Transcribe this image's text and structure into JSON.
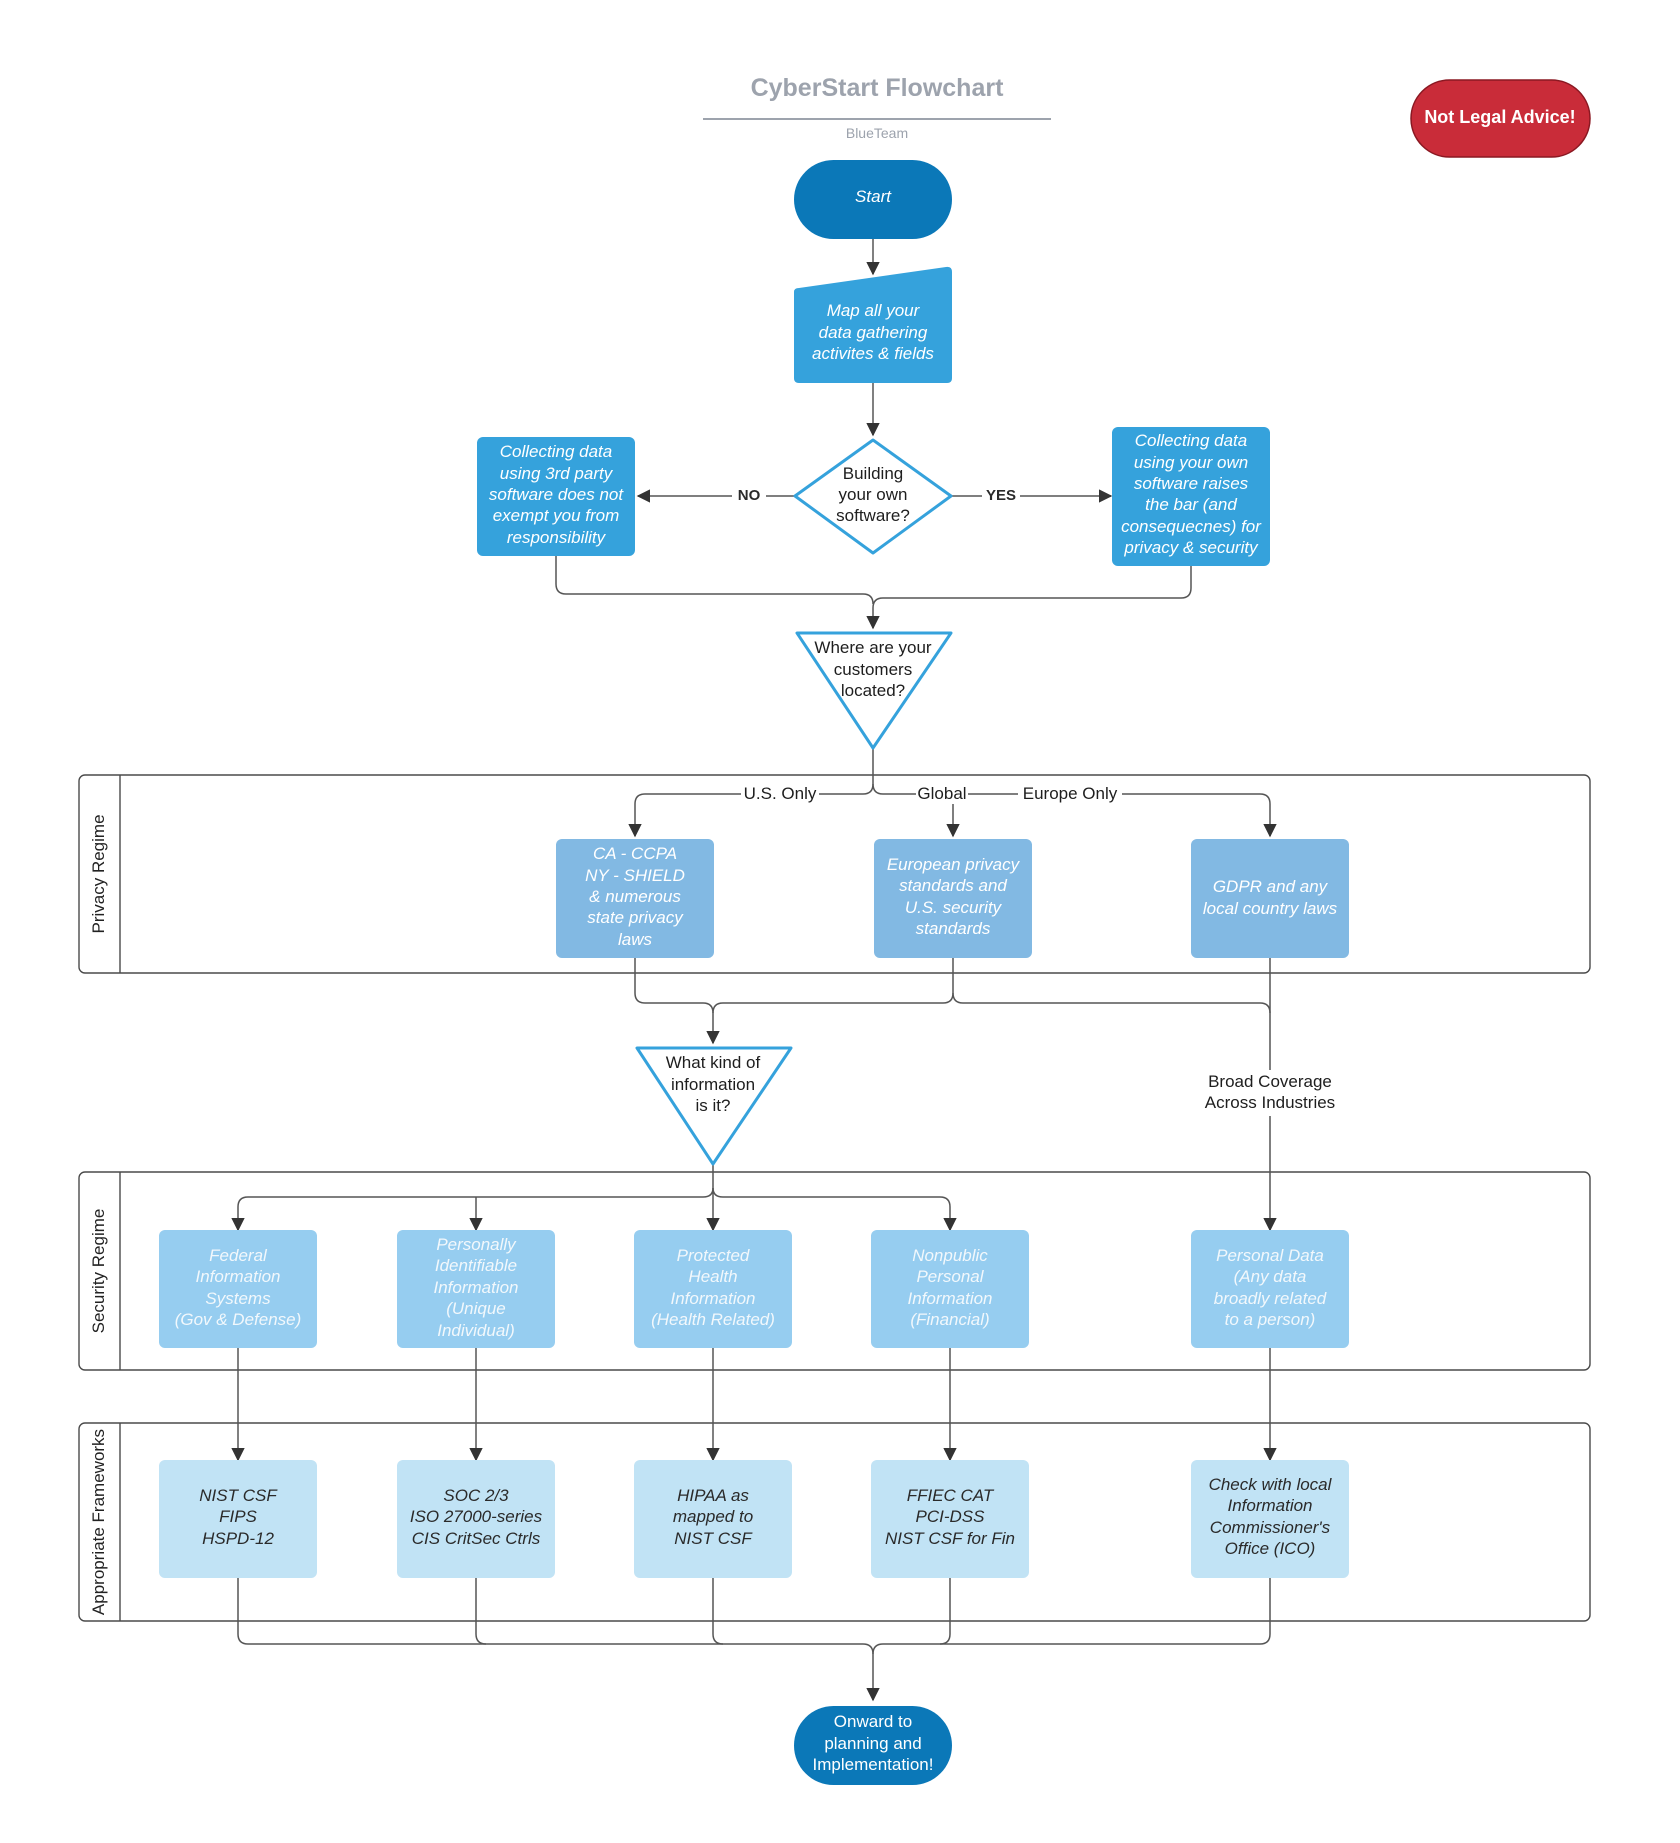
{
  "header": {
    "title": "CyberStart Flowchart",
    "subtitle": "BlueTeam",
    "disclaimer": "Not Legal Advice!"
  },
  "colors": {
    "terminal": "#0b78b8",
    "process": "#35a2dc",
    "privacy_box": "#82b9e3",
    "security_box": "#96cdf0",
    "framework_box": "#c1e3f5",
    "decision_stroke": "#35a2dc",
    "disclaimer": "#c92c39"
  },
  "lanes": {
    "privacy": "Privacy Regime",
    "security": "Security Regime",
    "frameworks": "Appropriate Frameworks"
  },
  "nodes": {
    "start": [
      "Start"
    ],
    "map": [
      "Map all your",
      "data gathering",
      "activites & fields"
    ],
    "building": [
      "Building",
      "your own",
      "software?"
    ],
    "third_party": [
      "Collecting data",
      "using 3rd party",
      "software does not",
      "exempt you from",
      "responsibility"
    ],
    "own_software": [
      "Collecting data",
      "using your own",
      "software raises",
      "the bar (and",
      "consequecnes) for",
      "privacy & security"
    ],
    "customers": [
      "Where are your",
      "customers",
      "located?"
    ],
    "us": [
      "CA - CCPA",
      "NY - SHIELD",
      "& numerous",
      "state privacy",
      "laws"
    ],
    "global": [
      "European privacy",
      "standards and",
      "U.S. security",
      "standards"
    ],
    "europe": [
      "GDPR and any",
      "local country laws"
    ],
    "info_kind": [
      "What kind of",
      "information",
      "is it?"
    ],
    "fis": [
      "Federal",
      "Information",
      "Systems",
      "(Gov & Defense)"
    ],
    "pii": [
      "Personally",
      "Identifiable",
      "Information",
      "(Unique",
      "Individual)"
    ],
    "phi": [
      "Protected",
      "Health",
      "Information",
      "(Health Related)"
    ],
    "npi": [
      "Nonpublic",
      "Personal",
      "Information",
      "(Financial)"
    ],
    "personal": [
      "Personal Data",
      "(Any data",
      "broadly related",
      "to a person)"
    ],
    "nist": [
      "NIST CSF",
      "FIPS",
      "HSPD-12"
    ],
    "soc": [
      "SOC 2/3",
      "ISO 27000-series",
      "CIS CritSec Ctrls"
    ],
    "hipaa": [
      "HIPAA as",
      "mapped to",
      "NIST CSF"
    ],
    "ffiec": [
      "FFIEC CAT",
      "PCI-DSS",
      "NIST CSF for Fin"
    ],
    "ico": [
      "Check with local",
      "Information",
      "Commissioner's",
      "Office (ICO)"
    ],
    "onward": [
      "Onward to",
      "planning and",
      "Implementation!"
    ]
  },
  "edge_labels": {
    "no": "NO",
    "yes": "YES",
    "us_only": "U.S. Only",
    "global": "Global",
    "europe_only": "Europe Only",
    "broad": [
      "Broad Coverage",
      "Across Industries"
    ]
  }
}
